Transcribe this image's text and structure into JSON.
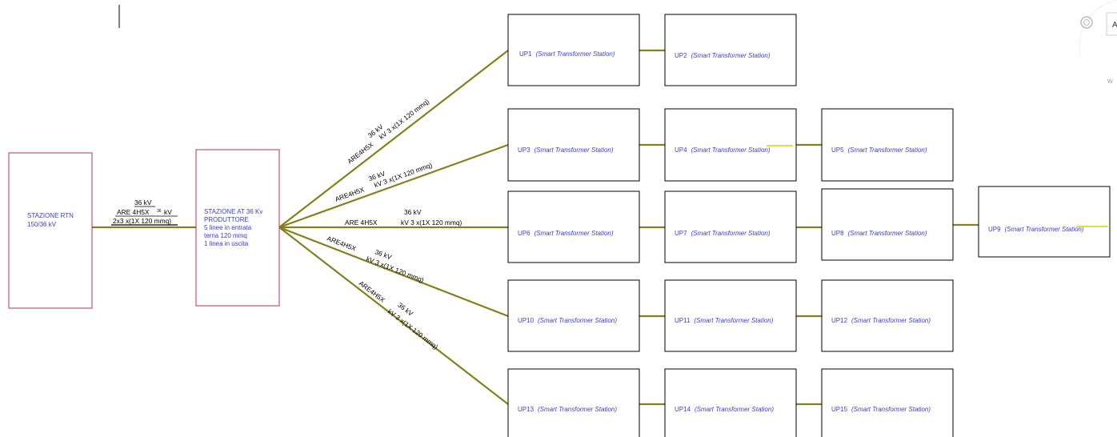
{
  "rtn_station": {
    "line1": "STAZIONE RTN",
    "line2": "150/36 kV"
  },
  "at_station": {
    "line1": "STAZIONE AT 36 Kv",
    "line2": "PRODUTTORE",
    "line3": "5 linee in entrata",
    "line4": "terna 120 mmq",
    "line5": "1 linea in uscita"
  },
  "main_cable": {
    "voltage": "36 kV",
    "type": "ARE 4H5X",
    "frac": "36",
    "unit": "kV",
    "spec": "2x3 x(1X 120 mmq)"
  },
  "branch_cables": [
    {
      "type": "ARE4H5X",
      "voltage": "36 kV",
      "spec": "kV 3 x(1X 120 mmq)"
    },
    {
      "type": "ARE4H5X",
      "voltage": "36 kV",
      "spec": "kV 3 x(1X 120 mmq)"
    },
    {
      "type": "ARE 4H5X",
      "voltage": "36 kV",
      "spec": "kV 3 x(1X 120 mmq)"
    },
    {
      "type": "ARE4H5X",
      "voltage": "36 kV",
      "spec": "kV 3 x(1X 120 mmq)"
    },
    {
      "type": "ARE4H5X",
      "voltage": "36 kV",
      "spec": "kV 3 x(1X 120 mmq)"
    }
  ],
  "stations": [
    {
      "id": "UP1",
      "desc": "(Smart Transformer Station)"
    },
    {
      "id": "UP2",
      "desc": "(Smart Transformer Station)"
    },
    {
      "id": "UP3",
      "desc": "(Smart Transformer Station)"
    },
    {
      "id": "UP4",
      "desc": "(Smart Transformer Station)"
    },
    {
      "id": "UP5",
      "desc": "(Smart Transformer Station)"
    },
    {
      "id": "UP6",
      "desc": "(Smart Transformer Station)"
    },
    {
      "id": "UP7",
      "desc": "(Smart Transformer Station)"
    },
    {
      "id": "UP8",
      "desc": "(Smart Transformer Station)"
    },
    {
      "id": "UP9",
      "desc": "(Smart Transformer Station)"
    },
    {
      "id": "UP10",
      "desc": "(Smart Transformer Station)"
    },
    {
      "id": "UP11",
      "desc": "(Smart Transformer Station)"
    },
    {
      "id": "UP12",
      "desc": "(Smart Transformer Station)"
    },
    {
      "id": "UP13",
      "desc": "(Smart Transformer Station)"
    },
    {
      "id": "UP14",
      "desc": "(Smart Transformer Station)"
    },
    {
      "id": "UP15",
      "desc": "(Smart Transformer Station)"
    }
  ],
  "side_ui": {
    "letter": "A",
    "small_letter": "W"
  },
  "colors": {
    "line": "#85801a",
    "station_border": "#b0335a",
    "label_blue": "#3b3bd0",
    "highlight": "#d8d200"
  }
}
